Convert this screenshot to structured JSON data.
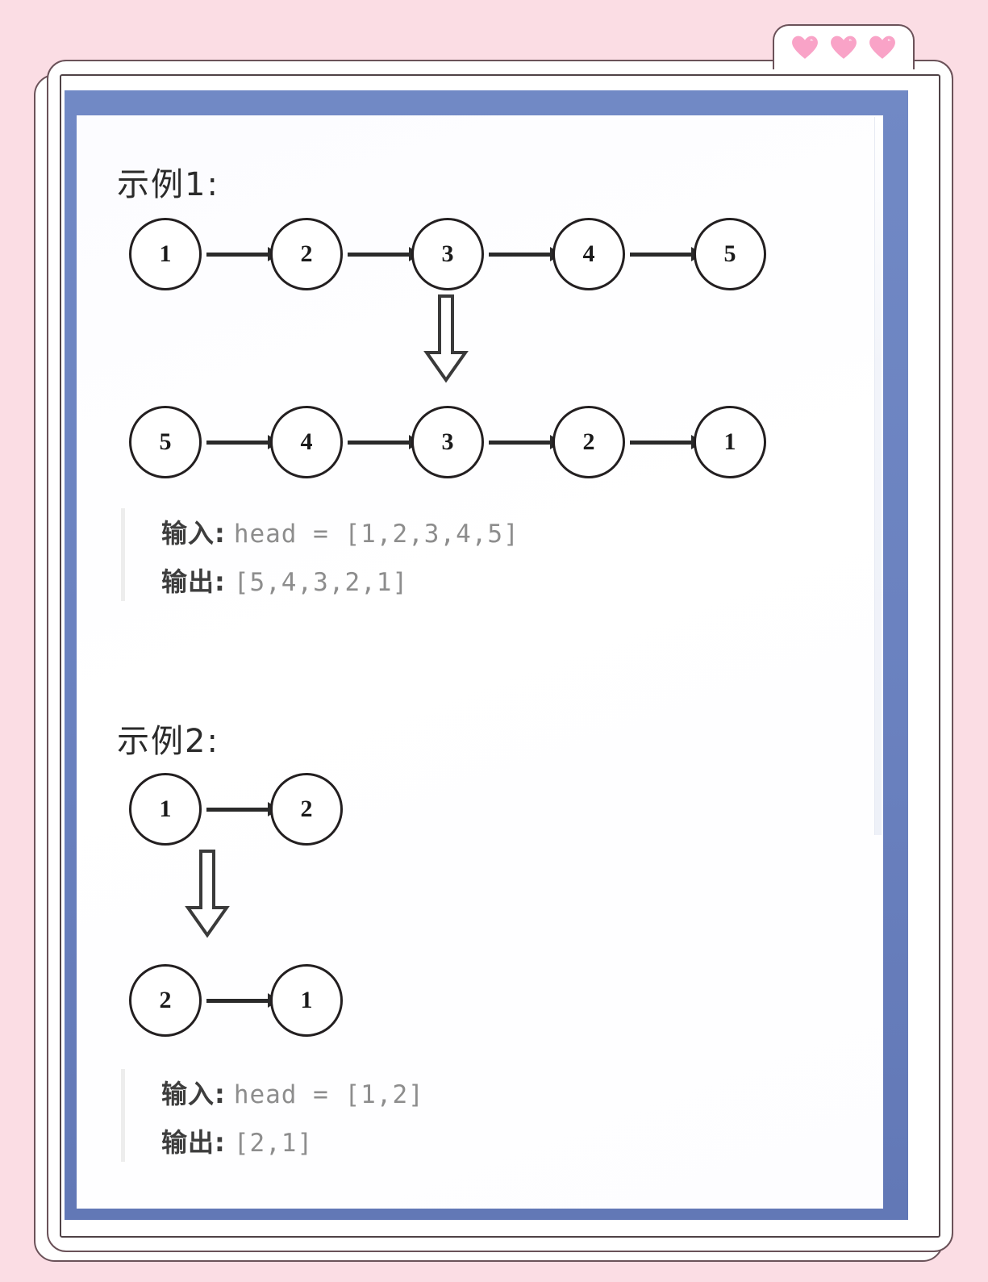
{
  "window": {
    "tab_hearts": [
      "heart-1",
      "heart-2",
      "heart-3"
    ],
    "heart_color": "#f9a3c7",
    "frame_color": "#6a81bf",
    "background_color": "#fbdde4"
  },
  "examples": [
    {
      "title": "示例1:",
      "before": {
        "nodes": [
          "1",
          "2",
          "3",
          "4",
          "5"
        ]
      },
      "after": {
        "nodes": [
          "5",
          "4",
          "3",
          "2",
          "1"
        ]
      },
      "io": {
        "input_label": "输入:",
        "input_value": "head = [1,2,3,4,5]",
        "output_label": "输出:",
        "output_value": "[5,4,3,2,1]"
      }
    },
    {
      "title": "示例2:",
      "before": {
        "nodes": [
          "1",
          "2"
        ]
      },
      "after": {
        "nodes": [
          "2",
          "1"
        ]
      },
      "io": {
        "input_label": "输入:",
        "input_value": "head = [1,2]",
        "output_label": "输出:",
        "output_value": "[2,1]"
      }
    }
  ]
}
